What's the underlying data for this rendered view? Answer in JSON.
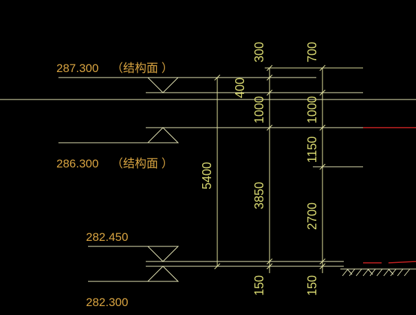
{
  "drawing": {
    "levels": [
      {
        "elev": "287.300",
        "note": "（结构面    ）"
      },
      {
        "elev": "286.300",
        "note": "（结构面    ）"
      },
      {
        "elev": "282.450"
      },
      {
        "elev": "282.300"
      }
    ],
    "dims": {
      "col1": [
        "5400"
      ],
      "col2": [
        "400",
        "1000",
        "3850",
        "150"
      ],
      "col2_top": "300",
      "col3": [
        "1000",
        "1150",
        "2700",
        "150"
      ],
      "col3_top": "700"
    }
  },
  "colors": {
    "level_text": "#d9a441",
    "dim_text": "#d8d870",
    "line": "#e8e8b8",
    "accent": "#cc2222"
  }
}
